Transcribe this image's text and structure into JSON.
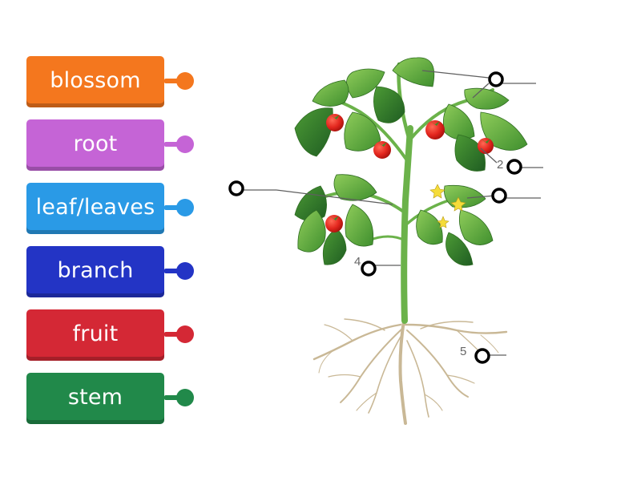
{
  "labels": [
    {
      "text": "blossom",
      "color": "#f4771e",
      "dot": "#f4771e"
    },
    {
      "text": "root",
      "color": "#c564d6",
      "dot": "#c564d6"
    },
    {
      "text": "leaf/leaves",
      "color": "#2a9ae6",
      "dot": "#2a9ae6"
    },
    {
      "text": "branch",
      "color": "#2334c5",
      "dot": "#2334c5"
    },
    {
      "text": "fruit",
      "color": "#d42835",
      "dot": "#d42835"
    },
    {
      "text": "stem",
      "color": "#21894a",
      "dot": "#21894a"
    }
  ],
  "diagram": {
    "markers": [
      {
        "id": "1",
        "number": ""
      },
      {
        "id": "2",
        "number": "2"
      },
      {
        "id": "3",
        "number": ""
      },
      {
        "id": "4",
        "number": "4"
      },
      {
        "id": "5",
        "number": "5"
      },
      {
        "id": "6",
        "number": ""
      }
    ]
  }
}
